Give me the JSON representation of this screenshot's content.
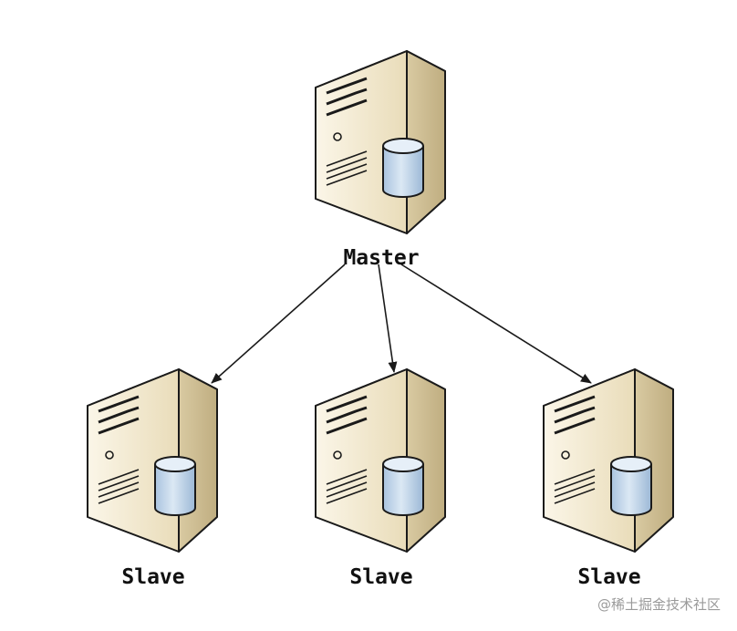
{
  "nodes": {
    "master": {
      "label": "Master",
      "icon": "server-database-icon"
    },
    "slaves": [
      {
        "label": "Slave",
        "icon": "server-database-icon"
      },
      {
        "label": "Slave",
        "icon": "server-database-icon"
      },
      {
        "label": "Slave",
        "icon": "server-database-icon"
      }
    ]
  },
  "edges": [
    {
      "from": "Master",
      "to": "Slave 1"
    },
    {
      "from": "Master",
      "to": "Slave 2"
    },
    {
      "from": "Master",
      "to": "Slave 3"
    }
  ],
  "watermark": "@稀土掘金技术社区",
  "colors": {
    "server_front": "#f4ecd6",
    "server_side": "#d2c29a",
    "server_top": "#faf6ea",
    "database_body": "#c7d8ea",
    "database_top": "#e6eff8",
    "outline": "#1a1a1a",
    "arrow": "#1a1a1a"
  }
}
